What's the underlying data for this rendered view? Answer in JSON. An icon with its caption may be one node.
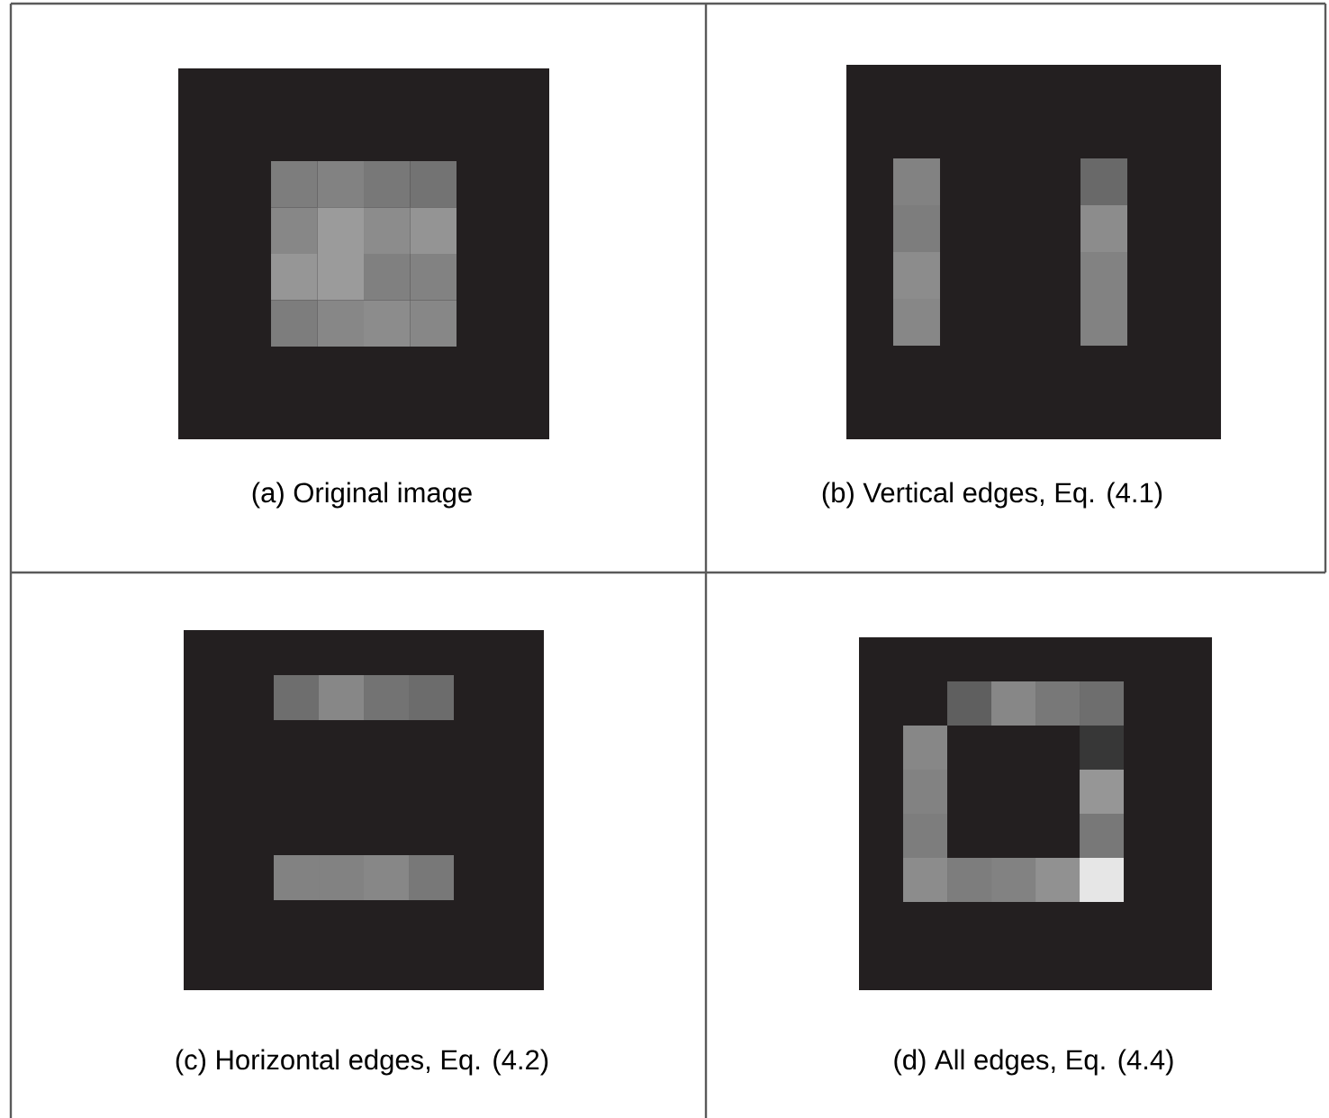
{
  "diagram": {
    "labels": [
      "(a) Original image",
      "(b) Vertical edges, Eq. (4.1)",
      "(c) Horizontal edges, Eq. (4.2)",
      "(d) All edges, Eq. (4.4)"
    ]
  }
}
